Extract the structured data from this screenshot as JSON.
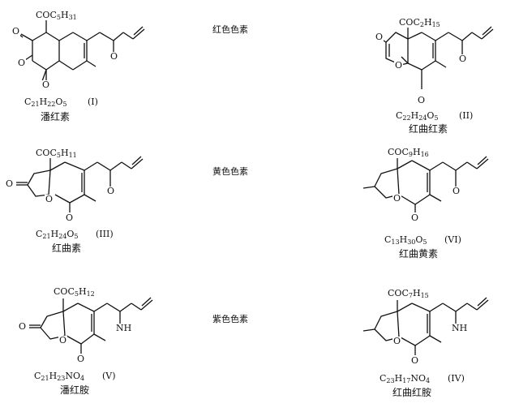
{
  "categories": {
    "red": "红色色素",
    "yellow": "黄色色素",
    "purple": "紫色色素"
  },
  "compounds": [
    {
      "group": "COC5H31",
      "formula": "C21H22O5",
      "numeral": "(I)",
      "name": "潘红素"
    },
    {
      "group": "COC2H15",
      "formula": "C22H24O5",
      "numeral": "(II)",
      "name": "红曲红素"
    },
    {
      "group": "COC5H11",
      "formula": "C21H24O5",
      "numeral": "(III)",
      "name": "红曲素"
    },
    {
      "group": "COC9H16",
      "formula": "C13H30O5",
      "numeral": "(VI)",
      "name": "红曲黄素"
    },
    {
      "group": "COC5H12",
      "formula": "C21H23NO4",
      "numeral": "(V)",
      "name": "潘红胺"
    },
    {
      "group": "COC7H15",
      "formula": "C23H17NO4",
      "numeral": "(IV)",
      "name": "红曲红胺"
    }
  ],
  "atoms": {
    "oxygen": "O",
    "nh": "NH"
  }
}
